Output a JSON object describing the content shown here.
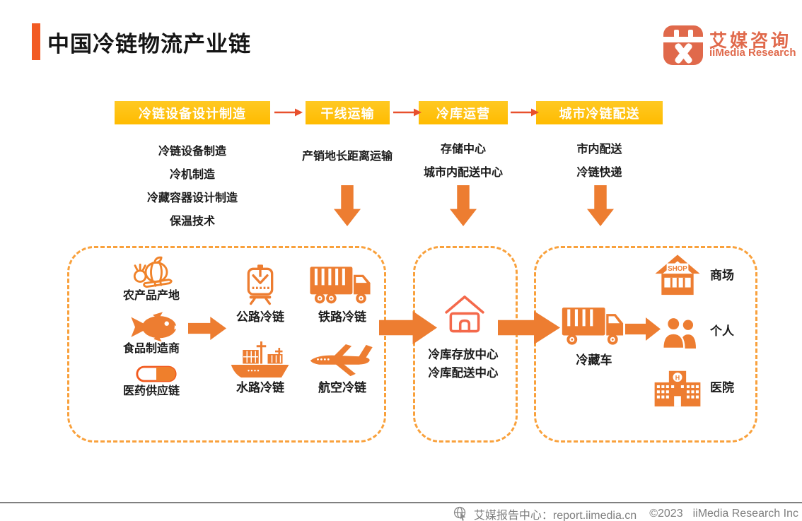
{
  "title": "中国冷链物流产业链",
  "logo": {
    "glyph": "艾",
    "name_cn": "艾媒咨询",
    "name_en": "iiMedia Research"
  },
  "stages": [
    {
      "label": "冷链设备设计制造",
      "items": [
        "冷链设备制造",
        "冷机制造",
        "冷藏容器设计制造",
        "保温技术"
      ]
    },
    {
      "label": "干线运输",
      "items": [
        "产销地长距离运输"
      ]
    },
    {
      "label": "冷库运营",
      "items": [
        "存储中心",
        "城市内配送中心"
      ]
    },
    {
      "label": "城市冷链配送",
      "items": [
        "市内配送",
        "冷链快递"
      ]
    }
  ],
  "chain": {
    "sources": [
      {
        "icon": "vegetables-icon",
        "label": "农产品产地"
      },
      {
        "icon": "fish-icon",
        "label": "食品制造商"
      },
      {
        "icon": "capsule-icon",
        "label": "医药供应链"
      }
    ],
    "transport_modes": [
      {
        "icon": "train-icon",
        "label": "公路冷链"
      },
      {
        "icon": "truck-icon",
        "label": "铁路冷链"
      },
      {
        "icon": "ship-icon",
        "label": "水路冷链"
      },
      {
        "icon": "plane-icon",
        "label": "航空冷链"
      }
    ],
    "cold_storage": {
      "icon": "house-icon",
      "lines": [
        "冷库存放中心",
        "冷库配送中心"
      ]
    },
    "refrigerated_truck": {
      "icon": "refrigerated-truck-icon",
      "label": "冷藏车"
    },
    "destinations": [
      {
        "icon": "shop-icon",
        "label": "商场"
      },
      {
        "icon": "people-icon",
        "label": "个人"
      },
      {
        "icon": "hospital-icon",
        "label": "医院"
      }
    ],
    "shop_sign": "SHOP",
    "hospital_letter": "H"
  },
  "footer": {
    "site": "艾媒报告中心：report.iimedia.cn",
    "copyright": "©2023",
    "company": "iiMedia Research  Inc"
  },
  "colors": {
    "accent_orange": "#F25A22",
    "logo_orange": "#E0694B",
    "stage_gold": "#FFC000",
    "arrow_orange": "#ED7D31",
    "connector_red": "#E8502D",
    "dash_border": "#F9A13C",
    "outline_red": "#F4694B",
    "footer_gray": "#7F7F7F"
  }
}
